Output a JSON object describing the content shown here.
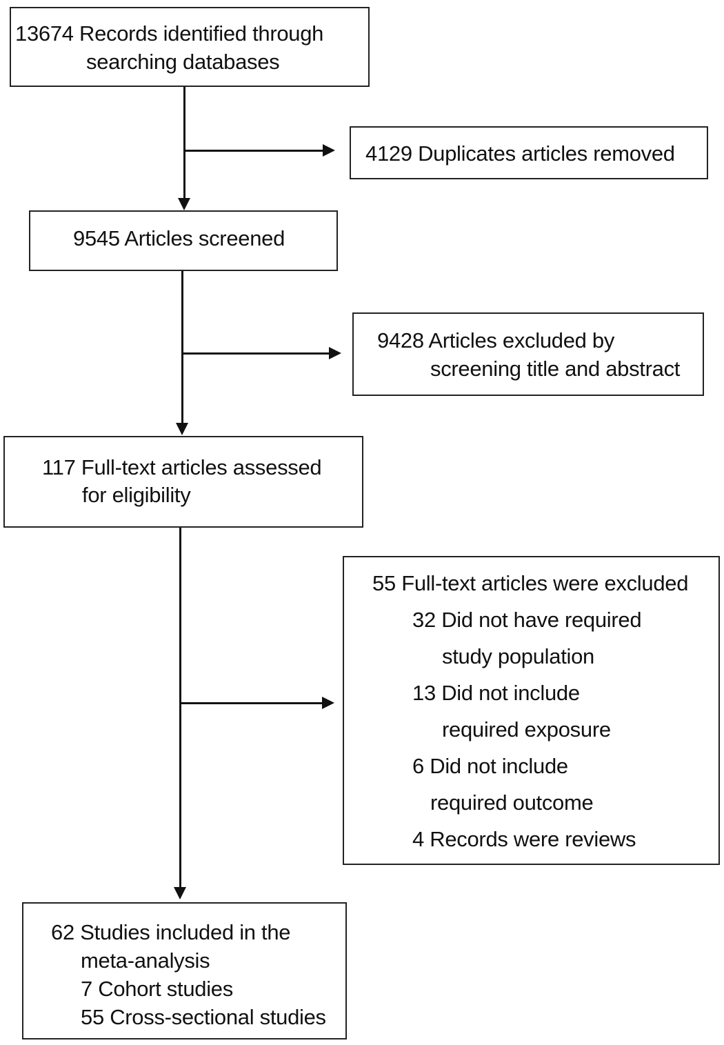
{
  "flow": {
    "identified": {
      "line1": "13674 Records identified through",
      "line2": "searching databases"
    },
    "duplicates": {
      "line1": "4129 Duplicates articles removed"
    },
    "screened": {
      "line1": "9545 Articles screened"
    },
    "excluded_title": {
      "line1": "9428 Articles excluded by",
      "line2": "screening title and abstract"
    },
    "fulltext": {
      "line1": "117 Full-text articles assessed",
      "line2": "for eligibility"
    },
    "fulltext_excluded": {
      "heading": "55 Full-text articles were excluded",
      "reasons": [
        {
          "line1": "32 Did not have required",
          "line2": "study population"
        },
        {
          "line1": "13 Did not include",
          "line2": "required exposure"
        },
        {
          "line1": "6 Did not include",
          "line2": "required outcome"
        },
        {
          "line1": "4 Records were reviews"
        }
      ]
    },
    "included": {
      "line1": "62 Studies included in the",
      "line2": "meta-analysis",
      "line3": "7 Cohort studies",
      "line4": "55 Cross-sectional studies"
    }
  }
}
